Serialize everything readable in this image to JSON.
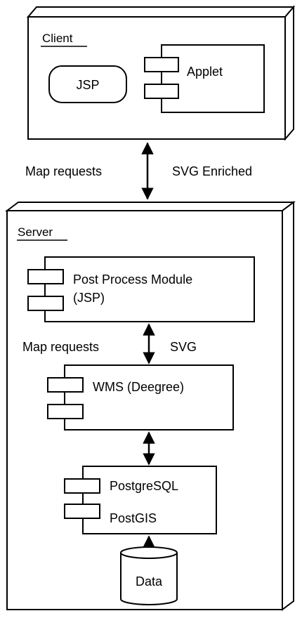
{
  "client": {
    "title": "Client",
    "jsp_label": "JSP",
    "applet_label": "Applet"
  },
  "connection": {
    "left_label": "Map requests",
    "right_label": "SVG Enriched"
  },
  "server": {
    "title": "Server",
    "post_process": {
      "line1": "Post Process Module",
      "line2": "(JSP)"
    },
    "link1": {
      "left_label": "Map requests",
      "right_label": "SVG"
    },
    "wms_label": "WMS (Deegree)",
    "db_component": {
      "line1": "PostgreSQL",
      "line2": "PostGIS"
    },
    "data_label": "Data"
  },
  "colors": {
    "stroke": "#000000",
    "background": "#ffffff"
  }
}
